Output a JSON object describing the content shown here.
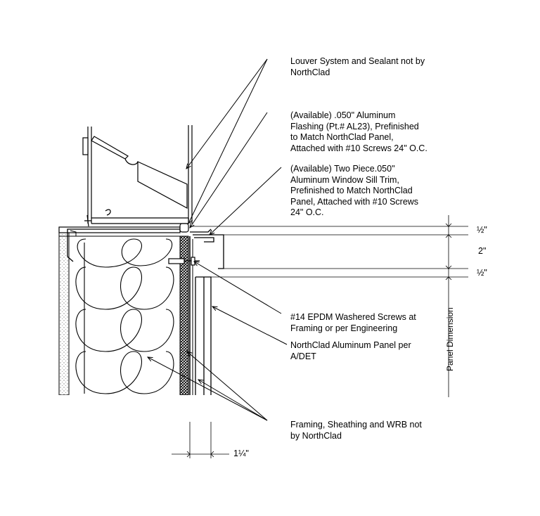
{
  "notes": {
    "louver": "Louver System and Sealant not by\nNorthClad",
    "flashing": "(Available) .050\" Aluminum\nFlashing (Pt.# AL23), Prefinished\nto Match NorthClad Panel,\nAttached with #10 Screws 24\" O.C.",
    "sill_trim": "(Available) Two Piece.050\"\nAluminum Window Sill Trim,\nPrefinished to Match NorthClad\nPanel, Attached with #10 Screws\n24\" O.C.",
    "screws": "#14 EPDM Washered Screws at\nFraming or per Engineering",
    "panel": "NorthClad Aluminum Panel per\nA/DET",
    "framing": "Framing, Sheathing and WRB not\nby NorthClad"
  },
  "dimensions": {
    "half_top": "½\"",
    "two": "2\"",
    "half_bottom": "½\"",
    "panel_dimension": "Panel Dimension",
    "one_quarter": "1¼\""
  }
}
